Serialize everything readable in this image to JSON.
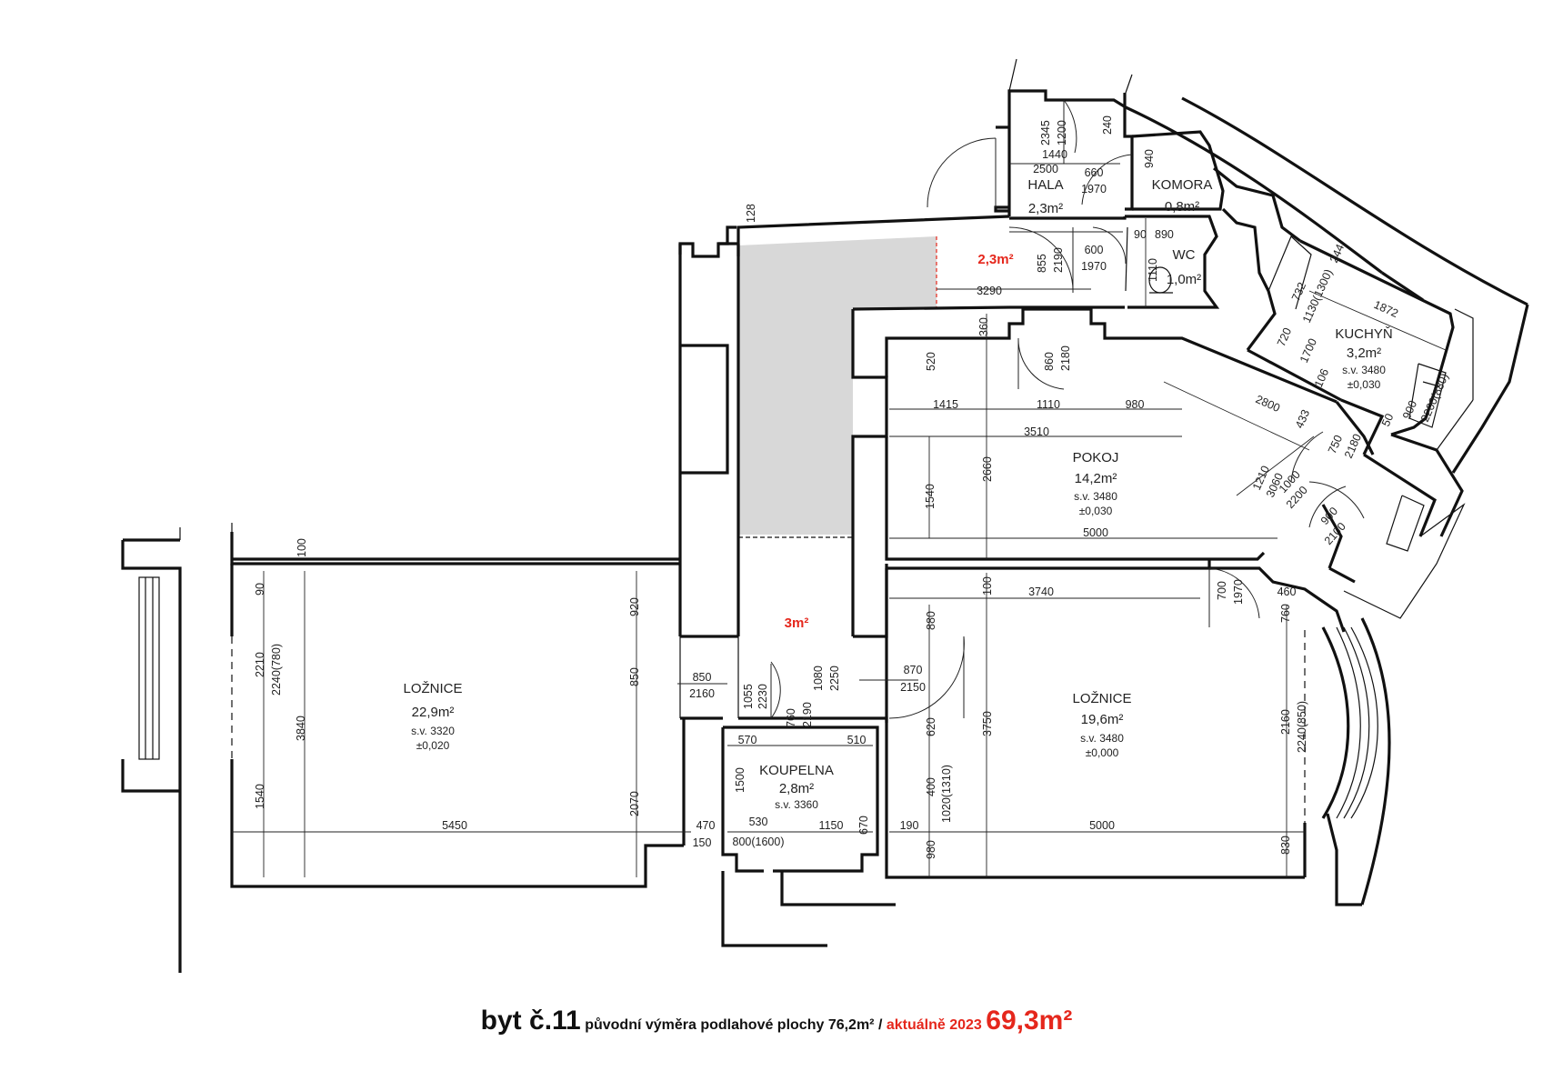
{
  "rooms": {
    "hala": {
      "name": "HALA",
      "area": "2,3m²"
    },
    "komora": {
      "name": "KOMORA",
      "area": "0,8m²"
    },
    "wc": {
      "name": "WC",
      "area": "1,0m²"
    },
    "kuchyn": {
      "name": "KUCHYŇ",
      "area": "3,2m²",
      "sv": "s.v.  3480",
      "level": "±0,030"
    },
    "pokoj": {
      "name": "POKOJ",
      "area": "14,2m²",
      "sv": "s.v.  3480",
      "level": "±0,030"
    },
    "loznice_left": {
      "name": "LOŽNICE",
      "area": "22,9m²",
      "sv": "s.v.  3320",
      "level": "±0,020"
    },
    "loznice_right": {
      "name": "LOŽNICE",
      "area": "19,6m²",
      "sv": "s.v.  3480",
      "level": "±0,000"
    },
    "koupelna": {
      "name": "KOUPELNA",
      "area": "2,8m²",
      "sv": "s.v.  3360"
    }
  },
  "red_areas": {
    "corridor_top": "2,3m²",
    "corridor_mid": "3m²"
  },
  "dimensions": {
    "d128": "128",
    "d1200": "1200",
    "d2345": "2345",
    "d240": "240",
    "d1440": "1440",
    "d2500": "2500",
    "d660": "660",
    "d1970a": "1970",
    "d940": "940",
    "d90": "90",
    "d890": "890",
    "d600": "600",
    "d1970b": "1970",
    "d855": "855",
    "d2190a": "2190",
    "d1110": "1110",
    "d3290": "3290",
    "d360": "360",
    "d860": "860",
    "d2180a": "2180",
    "d520": "520",
    "d1415": "1415",
    "d1110b": "1110",
    "d980": "980",
    "d2800": "2800",
    "d3510": "3510",
    "d2660": "2660",
    "d1540a": "1540",
    "d5000a": "5000",
    "d1210": "1210",
    "d3060": "3060",
    "d1000": "1000",
    "d2200": "2200",
    "d900a": "900",
    "d2100": "2100",
    "d433": "433",
    "d750": "750",
    "d2180b": "2180",
    "d50": "50",
    "d900b": "900",
    "d2200_880": "2200(880)",
    "d720": "720",
    "d1700": "1700",
    "d1130_1300": "1130(1300)",
    "d732": "732",
    "d244": "244",
    "d1872": "1872",
    "d106": "106",
    "d100a": "100",
    "d2210": "2210",
    "d2240_780": "2240(780)",
    "d90b": "90",
    "d3840": "3840",
    "d1540b": "1540",
    "d5450": "5450",
    "d920": "920",
    "d850a": "850",
    "d2070": "2070",
    "d850b": "850",
    "d2160a": "2160",
    "d1055": "1055",
    "d2230": "2230",
    "d1080": "1080",
    "d2250": "2250",
    "d760": "760",
    "d2190b": "2190",
    "d870": "870",
    "d2150": "2150",
    "d100b": "100",
    "d3740": "3740",
    "d700": "700",
    "d1970c": "1970",
    "d460": "460",
    "d760b": "760",
    "d880": "880",
    "d620": "620",
    "d3750": "3750",
    "d400": "400",
    "d1020_1310": "1020(1310)",
    "d2160b": "2160",
    "d2240_850": "2240(850)",
    "d570": "570",
    "d510": "510",
    "d1500": "1500",
    "d530": "530",
    "d1150": "1150",
    "d670": "670",
    "d470": "470",
    "d150": "150",
    "d800_1600": "800(1600)",
    "d190": "190",
    "d5000b": "5000",
    "d980b": "980",
    "d830": "830"
  },
  "caption": {
    "title": "byt č.11",
    "original": "původní výměra podlahové plochy 76,2m² /",
    "current_label": "aktuálně 2023",
    "current_value": "69,3m²"
  },
  "colors": {
    "accent_red": "#e5271c",
    "hatch_gray": "#d8d8d8",
    "wall": "#111111"
  }
}
